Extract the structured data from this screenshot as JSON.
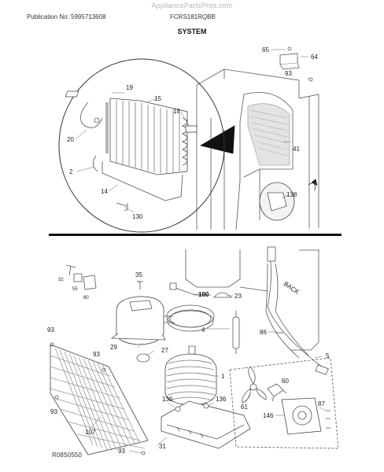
{
  "header": {
    "watermark": "AppliancePartsPros.com",
    "publication": "Publication No: 5995713608",
    "model": "FCRS181RQBB",
    "section_title": "SYSTEM"
  },
  "diagram_code": "R08S0550",
  "callouts": {
    "c65": "65",
    "c64": "64",
    "c93_top": "93",
    "c19": "19",
    "c15": "15",
    "c18": "18",
    "c20": "20",
    "c41": "41",
    "c2": "2",
    "c14": "14",
    "c130": "130",
    "c138": "138",
    "c32": "32",
    "c55": "55",
    "c80": "80",
    "c35": "35",
    "c100": "100",
    "c23": "23",
    "back": "BACK",
    "c93_left": "93",
    "c29": "29",
    "c4": "4",
    "c86": "86",
    "c93_mid": "93",
    "c27": "27",
    "c1": "1",
    "c5": "5",
    "c60": "60",
    "c136_a": "136",
    "c136_b": "136",
    "c61": "61",
    "c87": "87",
    "c146": "146",
    "c93_low": "93",
    "c107": "107",
    "c93_bot": "93",
    "c31": "31"
  }
}
